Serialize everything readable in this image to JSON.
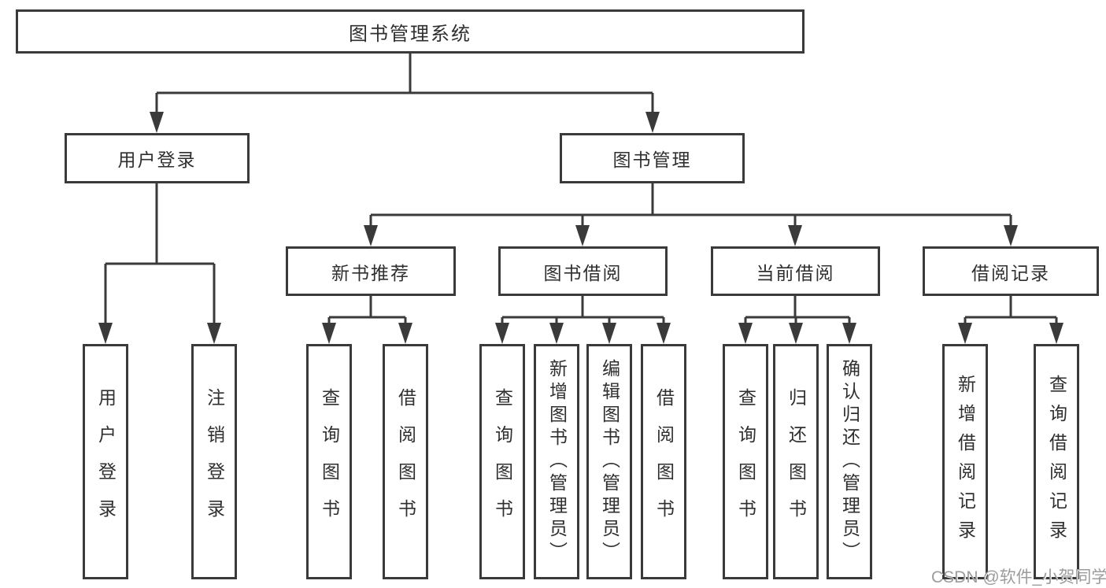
{
  "diagram": {
    "title": "图书管理系统",
    "colors": {
      "line": "#3a3a3a",
      "border": "#3a3a3a",
      "text": "#2f2f2f",
      "watermark_text": "#9c9c9c",
      "background": "#ffffff"
    },
    "root": {
      "label": "图书管理系统"
    },
    "level2": [
      {
        "label": "用户登录",
        "parent": "图书管理系统"
      },
      {
        "label": "图书管理",
        "parent": "图书管理系统"
      }
    ],
    "level3": [
      {
        "label": "新书推荐",
        "parent": "图书管理"
      },
      {
        "label": "图书借阅",
        "parent": "图书管理"
      },
      {
        "label": "当前借阅",
        "parent": "图书管理"
      },
      {
        "label": "借阅记录",
        "parent": "图书管理"
      }
    ],
    "leaves": [
      {
        "label": "用户登录",
        "parent": "用户登录"
      },
      {
        "label": "注销登录",
        "parent": "用户登录"
      },
      {
        "label": "查询图书",
        "parent": "新书推荐"
      },
      {
        "label": "借阅图书",
        "parent": "新书推荐"
      },
      {
        "label": "查询图书",
        "parent": "图书借阅"
      },
      {
        "label": "新增图书（管理员）",
        "parent": "图书借阅"
      },
      {
        "label": "编辑图书（管理员）",
        "parent": "图书借阅"
      },
      {
        "label": "借阅图书",
        "parent": "图书借阅"
      },
      {
        "label": "查询图书",
        "parent": "当前借阅"
      },
      {
        "label": "归还图书",
        "parent": "当前借阅"
      },
      {
        "label": "确认归还（管理员）",
        "parent": "当前借阅"
      },
      {
        "label": "新增借阅记录",
        "parent": "借阅记录"
      },
      {
        "label": "查询借阅记录",
        "parent": "借阅记录"
      }
    ],
    "watermark": "CSDN @软件_小贺同学"
  }
}
